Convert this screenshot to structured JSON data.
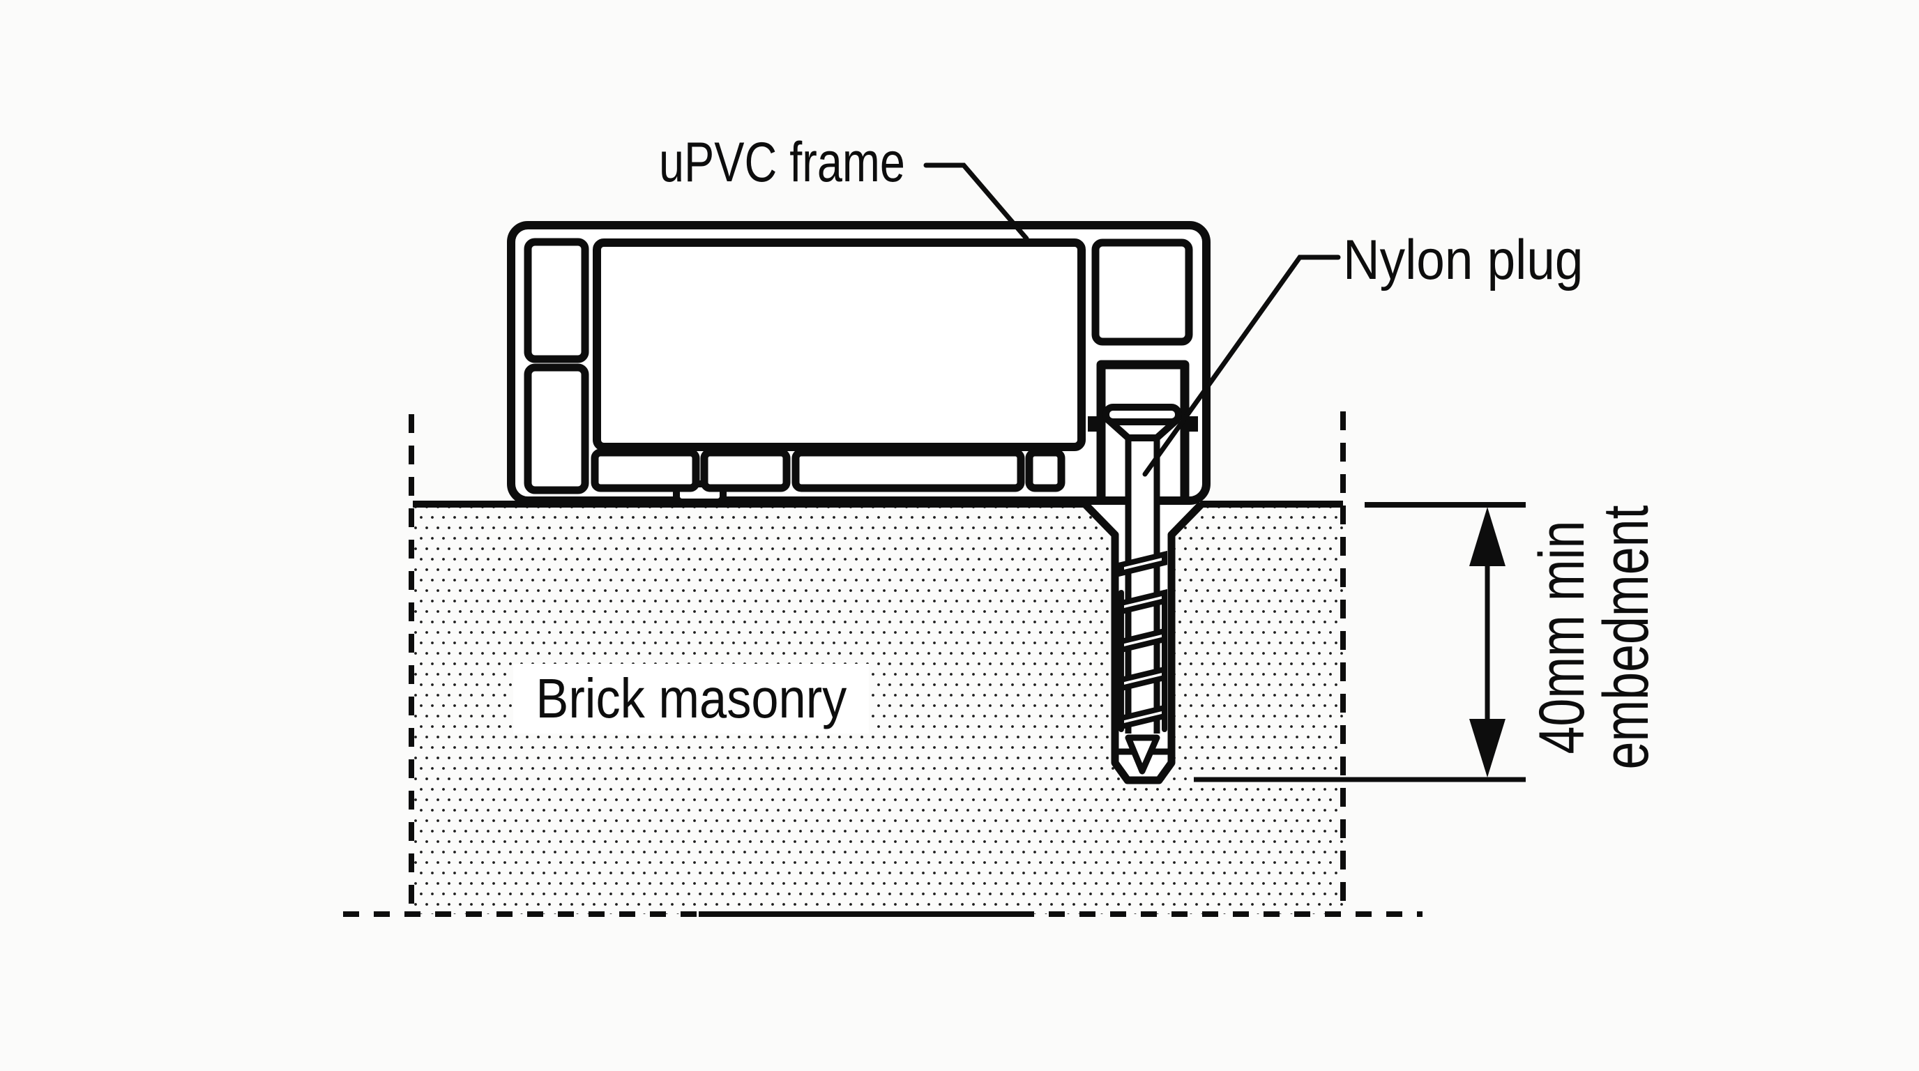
{
  "diagram": {
    "type": "construction-section-detail",
    "labels": {
      "frame": "uPVC frame",
      "plug": "Nylon plug",
      "masonry": "Brick masonry",
      "dimension_line1": "40mm min",
      "dimension_line2": "embedment"
    },
    "colors": {
      "line": "#0d0d0d",
      "background": "#fbfbfa",
      "stipple_dot": "#1c1c1c",
      "label_background": "#ffffff"
    }
  }
}
